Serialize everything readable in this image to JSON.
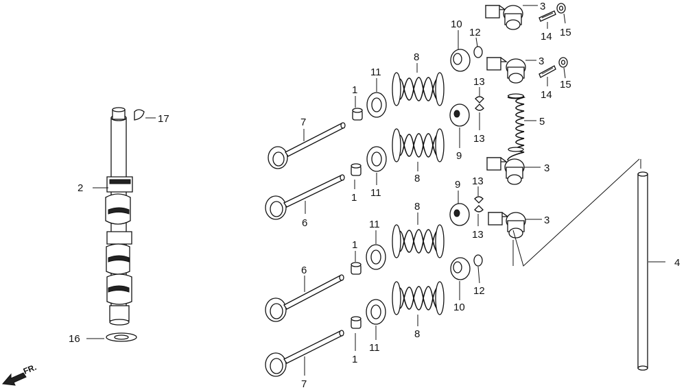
{
  "callouts": {
    "c1a": "1",
    "c1b": "1",
    "c1c": "1",
    "c1d": "1",
    "c2": "2",
    "c3a": "3",
    "c3b": "3",
    "c3c": "3",
    "c3d": "3",
    "c4": "4",
    "c5": "5",
    "c6a": "6",
    "c6b": "6",
    "c7a": "7",
    "c7b": "7",
    "c8a": "8",
    "c8b": "8",
    "c8c": "8",
    "c8d": "8",
    "c9a": "9",
    "c9b": "9",
    "c10a": "10",
    "c10b": "10",
    "c11a": "11",
    "c11b": "11",
    "c11c": "11",
    "c11d": "11",
    "c12a": "12",
    "c12b": "12",
    "c13a": "13",
    "c13b": "13",
    "c13c": "13",
    "c13d": "13",
    "c14a": "14",
    "c14b": "14",
    "c15a": "15",
    "c15b": "15",
    "c16": "16",
    "c17": "17"
  },
  "direction_label": "FR."
}
